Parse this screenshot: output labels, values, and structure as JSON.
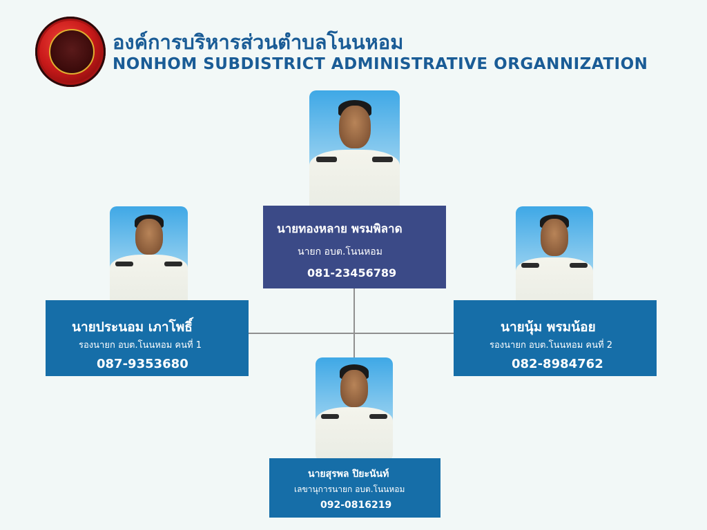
{
  "header": {
    "title_th": "องค์การบริหารส่วนตำบลโนนหอม",
    "title_en": "NONHOM SUBDISTRICT ADMINISTRATIVE ORGANNIZATION"
  },
  "members": {
    "chief": {
      "name": "นายทองหลาย พรมพิลาด",
      "position": "นายก อบต.โนนหอม",
      "phone": "081-23456789"
    },
    "deputy1": {
      "name": "นายประนอม เภาโพธิ์",
      "position": "รองนายก อบต.โนนหอม คนที่ 1",
      "phone": "087-9353680"
    },
    "deputy2": {
      "name": "นายนุ้ม พรมน้อย",
      "position": "รองนายก อบต.โนนหอม คนที่ 2",
      "phone": "082-8984762"
    },
    "secretary": {
      "name": "นายสุรพล ปิยะนันท์",
      "position": "เลขานุการนายก อบต.โนนหอม",
      "phone": "092-0816219"
    }
  },
  "colors": {
    "title": "#1a5c96",
    "chief_card": "#3b4a87",
    "deputy_card": "#166ea8",
    "connector": "#8f8f8f",
    "background": "#f2f8f7"
  }
}
